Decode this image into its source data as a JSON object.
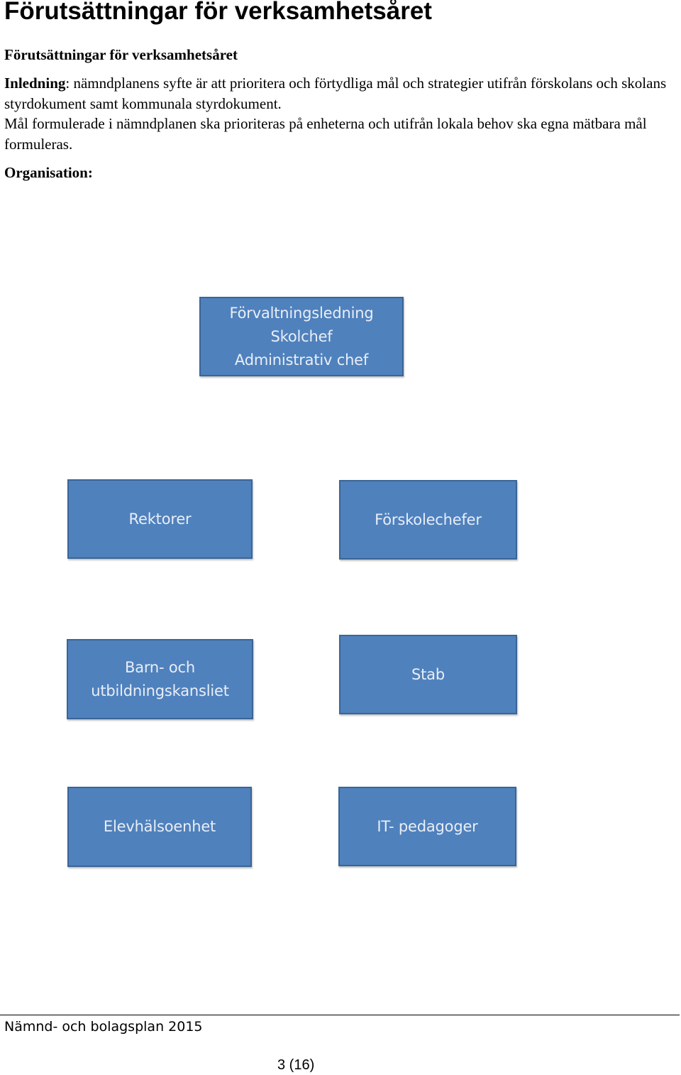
{
  "heading": "Förutsättningar för verksamhetsåret",
  "subheading": "Förutsättningar för verksamhetsåret",
  "intro": {
    "label": "Inledning",
    "text1": ": nämndplanens syfte är att prioritera och förtydliga mål och strategier utifrån förskolans och skolans styrdokument samt kommunala styrdokument.",
    "text2": "Mål formulerade i nämndplanen ska prioriteras på enheterna och utifrån lokala behov ska egna mätbara mål formuleras."
  },
  "organisation_label": "Organisation:",
  "org_chart": {
    "top": [
      "Förvaltningsledning",
      "Skolchef",
      "Administrativ chef"
    ],
    "rektorer": "Rektorer",
    "forskolechefer": "Förskolechefer",
    "kansliet": [
      "Barn- och",
      "utbildningskansliet"
    ],
    "stab": "Stab",
    "elevhalsoenhet": "Elevhälsoenhet",
    "it_pedagoger": "IT- pedagoger",
    "box_fill": "#4f81bd",
    "box_border": "#3b6596"
  },
  "footer": {
    "doc_title": "Nämnd- och bolagsplan 2015",
    "page": "3 (16)"
  }
}
